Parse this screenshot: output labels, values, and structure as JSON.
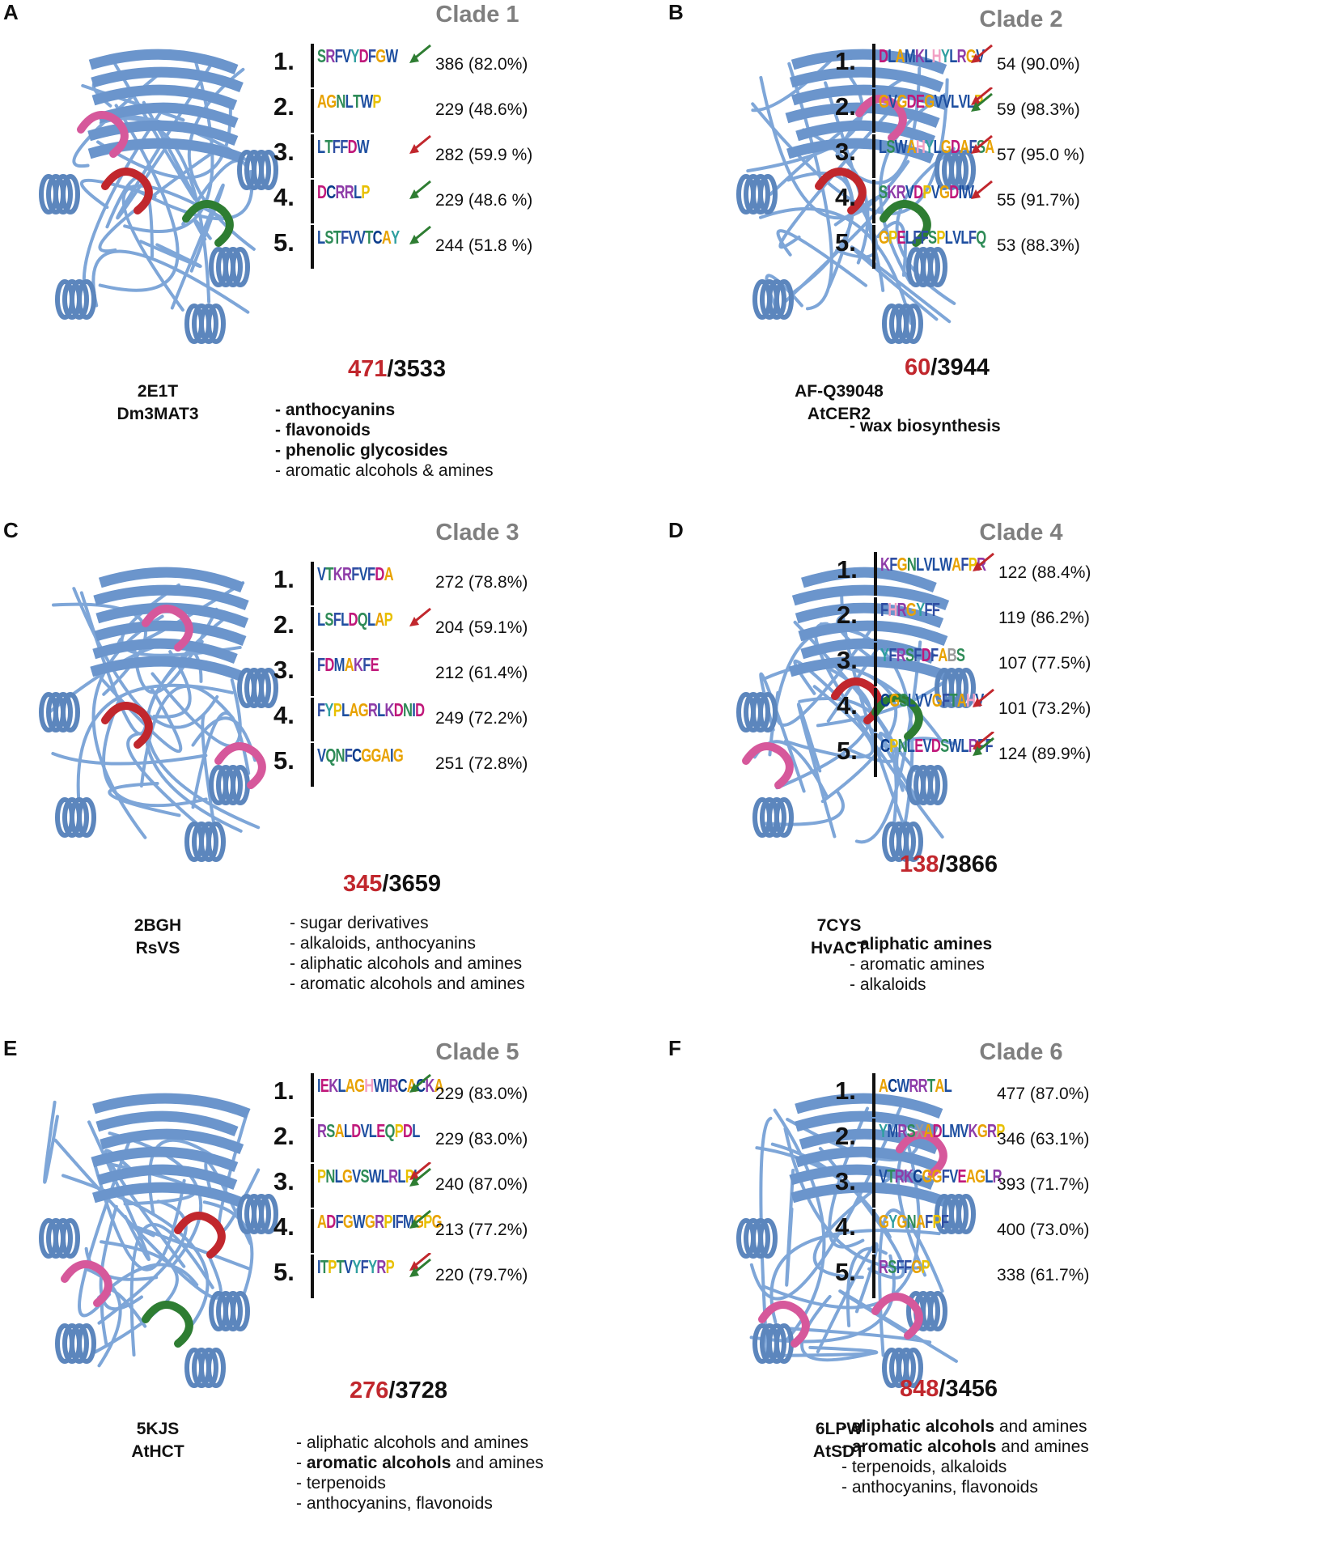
{
  "colors": {
    "red": "#c1272d",
    "green": "#2e7d32",
    "pink": "#d6589b",
    "blue": "#7ea6d8",
    "grey": "#7f7f7f"
  },
  "panels": [
    {
      "letter": "A",
      "clade": "Clade 1",
      "pdb": "2E1T",
      "enzyme": "Dm3MAT3",
      "motifs": [
        {
          "num": "1.",
          "logo": "SRFVYDFGW",
          "stat": "386 (82.0%)",
          "arrow": "green"
        },
        {
          "num": "2.",
          "logo": "AGNLTWP",
          "stat": "229 (48.6%)",
          "arrow": ""
        },
        {
          "num": "3.",
          "logo": "LTFFDW",
          "stat": "282 (59.9 %)",
          "arrow": "red"
        },
        {
          "num": "4.",
          "logo": "DCRRLP",
          "stat": "229 (48.6 %)",
          "arrow": "green"
        },
        {
          "num": "5.",
          "logo": "LSTFVVTCAY",
          "stat": "244 (51.8 %)",
          "arrow": "green"
        }
      ],
      "count_hi": "471",
      "count_rest": "/3533",
      "substrates": [
        {
          "text": "- anthocyanins",
          "bold": true
        },
        {
          "text": "- flavonoids",
          "bold": true
        },
        {
          "text": "- phenolic glycosides",
          "bold": true
        },
        {
          "text": "- aromatic alcohols & amines",
          "bold": false
        }
      ]
    },
    {
      "letter": "B",
      "clade": "Clade 2",
      "pdb": "AF-Q39048",
      "enzyme": "AtCER2",
      "motifs": [
        {
          "num": "1.",
          "logo": "DLAMKLHYLRGV",
          "stat": "54 (90.0%)",
          "arrow": "red"
        },
        {
          "num": "2.",
          "logo": "GVGDEGVVLVLP",
          "stat": "59 (98.3%)",
          "arrow": "red-green"
        },
        {
          "num": "3.",
          "logo": "LSWAHYLGDAFSA",
          "stat": "57 (95.0 %)",
          "arrow": "red"
        },
        {
          "num": "4.",
          "logo": "SKRVDPVGDIW",
          "stat": "55 (91.7%)",
          "arrow": "red"
        },
        {
          "num": "5.",
          "logo": "GPELFFSPLVLFQ",
          "stat": "53 (88.3%)",
          "arrow": ""
        }
      ],
      "count_hi": "60",
      "count_rest": "/3944",
      "substrates": [
        {
          "text": "- wax biosynthesis",
          "bold": true
        }
      ]
    },
    {
      "letter": "C",
      "clade": "Clade 3",
      "pdb": "2BGH",
      "enzyme": "RsVS",
      "motifs": [
        {
          "num": "1.",
          "logo": "VTKRFVFDA",
          "stat": "272 (78.8%)",
          "arrow": ""
        },
        {
          "num": "2.",
          "logo": "LSFLDQLAP",
          "stat": "204 (59.1%)",
          "arrow": "red"
        },
        {
          "num": "3.",
          "logo": "FDMAKFE",
          "stat": "212 (61.4%)",
          "arrow": ""
        },
        {
          "num": "4.",
          "logo": "FYPLAGRLKDNID",
          "stat": "249 (72.2%)",
          "arrow": ""
        },
        {
          "num": "5.",
          "logo": "VQNFCGGAIG",
          "stat": "251 (72.8%)",
          "arrow": ""
        }
      ],
      "count_hi": "345",
      "count_rest": "/3659",
      "substrates": [
        {
          "text": "- sugar derivatives",
          "bold": false
        },
        {
          "text": "- alkaloids, anthocyanins",
          "bold": false
        },
        {
          "text": "- aliphatic alcohols and amines",
          "bold": false
        },
        {
          "text": "- aromatic alcohols and amines",
          "bold": false
        }
      ]
    },
    {
      "letter": "D",
      "clade": "Clade 4",
      "pdb": "7CYS",
      "enzyme": "HvACT",
      "motifs": [
        {
          "num": "1.",
          "logo": "KFGNLVLWAFPR",
          "stat": "122 (88.4%)",
          "arrow": "red"
        },
        {
          "num": "2.",
          "logo": "FHRGYFF",
          "stat": "119 (86.2%)",
          "arrow": ""
        },
        {
          "num": "3.",
          "logo": "YFRSFDFABS",
          "stat": "107 (77.5%)",
          "arrow": ""
        },
        {
          "num": "4.",
          "logo": "CGSLVVGFTAHV",
          "stat": "101 (73.2%)",
          "arrow": "red"
        },
        {
          "num": "5.",
          "logo": "CPNLEVDSWLRFF",
          "stat": "124 (89.9%)",
          "arrow": "red-green"
        }
      ],
      "count_hi": "138",
      "count_rest": "/3866",
      "substrates": [
        {
          "text": "- aliphatic amines",
          "bold": true
        },
        {
          "text": "- aromatic amines",
          "bold": false
        },
        {
          "text": "- alkaloids",
          "bold": false
        }
      ]
    },
    {
      "letter": "E",
      "clade": "Clade 5",
      "pdb": "5KJS",
      "enzyme": "AtHCT",
      "motifs": [
        {
          "num": "1.",
          "logo": "IEKLAGHWIRCACKA",
          "stat": "229 (83.0%)",
          "arrow": "green"
        },
        {
          "num": "2.",
          "logo": "RSALDVLEQPDL",
          "stat": "229 (83.0%)",
          "arrow": ""
        },
        {
          "num": "3.",
          "logo": "PNLGVSWLRLPI",
          "stat": "240 (87.0%)",
          "arrow": "red-green"
        },
        {
          "num": "4.",
          "logo": "ADFGWGRPIFMGPG",
          "stat": "213 (77.2%)",
          "arrow": "green"
        },
        {
          "num": "5.",
          "logo": "ITPTVYFYRP",
          "stat": "220 (79.7%)",
          "arrow": "red-green"
        }
      ],
      "count_hi": "276",
      "count_rest": "/3728",
      "substrates": [
        {
          "text": "- aliphatic alcohols and amines",
          "bold": false
        },
        {
          "text": "- aromatic alcohols and amines",
          "bold": "partial",
          "bold_part": "aromatic alcohols",
          "rest": " and amines"
        },
        {
          "text": "- terpenoids",
          "bold": false
        },
        {
          "text": "- anthocyanins, flavonoids",
          "bold": false
        }
      ]
    },
    {
      "letter": "F",
      "clade": "Clade 6",
      "pdb": "6LPW",
      "enzyme": "AtSDT",
      "motifs": [
        {
          "num": "1.",
          "logo": "ACWRRTAL",
          "stat": "477 (87.0%)",
          "arrow": ""
        },
        {
          "num": "2.",
          "logo": "YMRSXADLMVKGRP",
          "stat": "346 (63.1%)",
          "arrow": ""
        },
        {
          "num": "3.",
          "logo": "VTRKCGGFVEAGLR",
          "stat": "393 (71.7%)",
          "arrow": ""
        },
        {
          "num": "4.",
          "logo": "GYGNAFPF",
          "stat": "400 (73.0%)",
          "arrow": ""
        },
        {
          "num": "5.",
          "logo": "RSFFGP",
          "stat": "338 (61.7%)",
          "arrow": ""
        }
      ],
      "count_hi": "848",
      "count_rest": "/3456",
      "substrates": [
        {
          "text": "- aliphatic alcohols and amines",
          "bold": "partial",
          "bold_part": "aliphatic alcohols",
          "rest": " and amines"
        },
        {
          "text": "- aromatic alcohols and amines",
          "bold": "partial",
          "bold_part": "aromatic alcohols",
          "rest": " and amines"
        },
        {
          "text": "- terpenoids, alkaloids",
          "bold": false
        },
        {
          "text": "- anthocyanins, flavonoids",
          "bold": false
        }
      ]
    }
  ]
}
